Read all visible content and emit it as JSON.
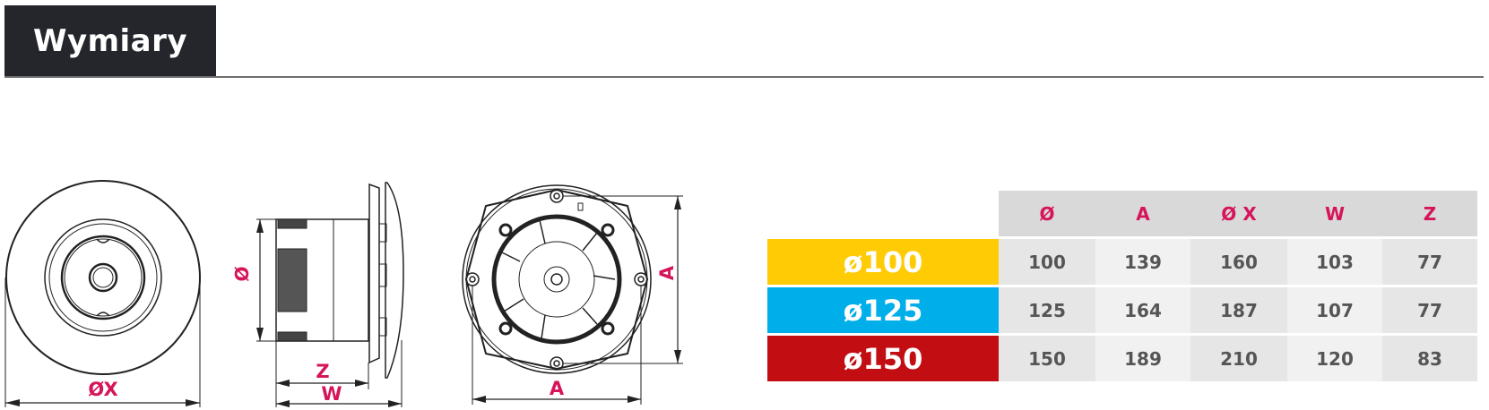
{
  "header": {
    "title": "Wymiary"
  },
  "drawings": {
    "front_view": {
      "label": "ØX"
    },
    "side_view": {
      "label_diameter": "Ø",
      "label_z": "Z",
      "label_w": "W"
    },
    "back_view": {
      "label_horizontal": "A",
      "label_vertical": "A"
    }
  },
  "table": {
    "columns": [
      "Ø",
      "A",
      "Ø X",
      "W",
      "Z"
    ],
    "rows": [
      {
        "label": "ø100",
        "color": "#ffcb05",
        "values": [
          "100",
          "139",
          "160",
          "103",
          "77"
        ]
      },
      {
        "label": "ø125",
        "color": "#00aeea",
        "values": [
          "125",
          "164",
          "187",
          "107",
          "77"
        ]
      },
      {
        "label": "ø150",
        "color": "#c20e13",
        "values": [
          "150",
          "189",
          "210",
          "120",
          "83"
        ]
      }
    ]
  },
  "colors": {
    "accent": "#d6145a",
    "title_bg": "#24262c",
    "header_bg": "#d9d9d9"
  }
}
